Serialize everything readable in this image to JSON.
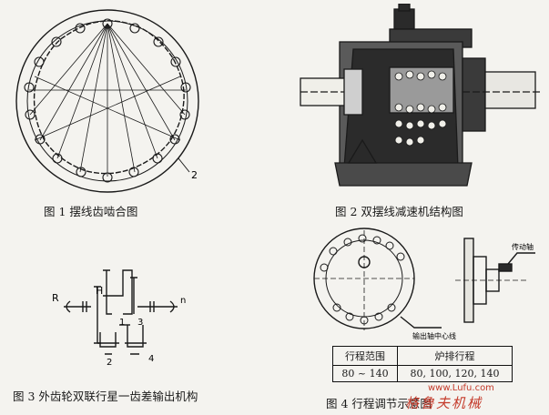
{
  "fig1": {
    "caption": "图 1  摆线齿啮合图",
    "label_2": "2"
  },
  "fig2": {
    "caption": "图 2  双摆线减速机结构图"
  },
  "fig3": {
    "caption": "图 3  外齿轮双联行星一齿差输出机构",
    "label_R": "R",
    "label_H": "H",
    "label_n": "n",
    "label_1": "1",
    "label_2": "2",
    "label_3": "3",
    "label_4": "4"
  },
  "fig4": {
    "caption": "图 4  行程调节示意图",
    "label_drive_shaft": "传动轴",
    "label_output_centerline": "输出轴中心线",
    "table": {
      "headers": [
        "行程范围",
        "炉排行程"
      ],
      "rows": [
        [
          "80 ~ 140",
          "80, 100, 120, 140"
        ]
      ]
    }
  },
  "watermark": {
    "text": "格鲁夫机械",
    "url": "www.Lufu.com"
  }
}
